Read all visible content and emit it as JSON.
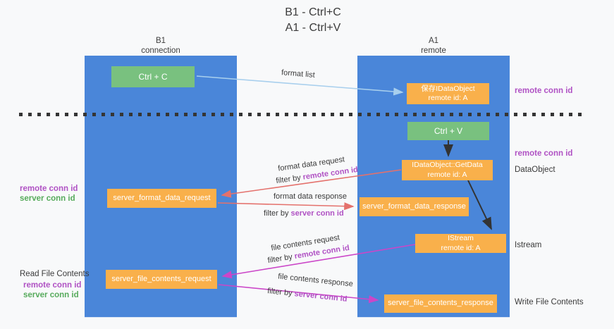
{
  "title": {
    "line1": "B1 - Ctrl+C",
    "line2": "A1 - Ctrl+V"
  },
  "lanes": {
    "b1": {
      "name": "B1",
      "subtitle": "connection"
    },
    "a1": {
      "name": "A1",
      "subtitle": "remote"
    }
  },
  "nodes": {
    "ctrl_c": {
      "label": "Ctrl + C"
    },
    "ctrl_v": {
      "label": "Ctrl + V"
    },
    "save_dataobject": {
      "line1": "保存IDataObject",
      "line2": "remote id: A"
    },
    "getdata": {
      "line1": "IDataObject::GetData",
      "line2": "remote id: A"
    },
    "istream": {
      "line1": "IStream",
      "line2": "remote id: A"
    },
    "format_request": {
      "label": "server_format_data_request"
    },
    "format_response": {
      "label": "server_format_data_response"
    },
    "file_request": {
      "label": "server_file_contents_request"
    },
    "file_response": {
      "label": "server_file_contents_response"
    }
  },
  "edges": {
    "format_list": {
      "label": "format list"
    },
    "format_data_request": {
      "label": "format data request",
      "filter_prefix": "filter by ",
      "filter_value": "remote conn id"
    },
    "format_data_response": {
      "label": "format data response",
      "filter_prefix": "filter by ",
      "filter_value": "server conn id"
    },
    "file_contents_request": {
      "label": "file contents request",
      "filter_prefix": "filter by ",
      "filter_value": "remote conn id"
    },
    "file_contents_response": {
      "label": "file contents response",
      "filter_prefix": "filter by ",
      "filter_value": "server conn id"
    }
  },
  "annotations": {
    "left_format": {
      "remote": "remote conn id",
      "server": "server conn id"
    },
    "left_file": {
      "title": "Read File Contents",
      "remote": "remote conn id",
      "server": "server conn id"
    },
    "right_top": {
      "label": "remote conn id"
    },
    "right_dataobject": {
      "conn": "remote conn id",
      "label": "DataObject"
    },
    "right_istream": {
      "label": "Istream"
    },
    "right_write": {
      "label": "Write File Contents"
    }
  },
  "colors": {
    "lane_blue": "#4a86d9",
    "node_orange": "#f9b04b",
    "node_green": "#79c17f",
    "conn_id_purple": "#b052c4",
    "conn_id_green": "#57ab5c",
    "arrow_format_red": "#e4716c",
    "arrow_file_magenta": "#cb46c8",
    "arrow_format_list_blue": "#a8cfed",
    "arrow_black": "#333333",
    "background": "#f8f9fa"
  }
}
